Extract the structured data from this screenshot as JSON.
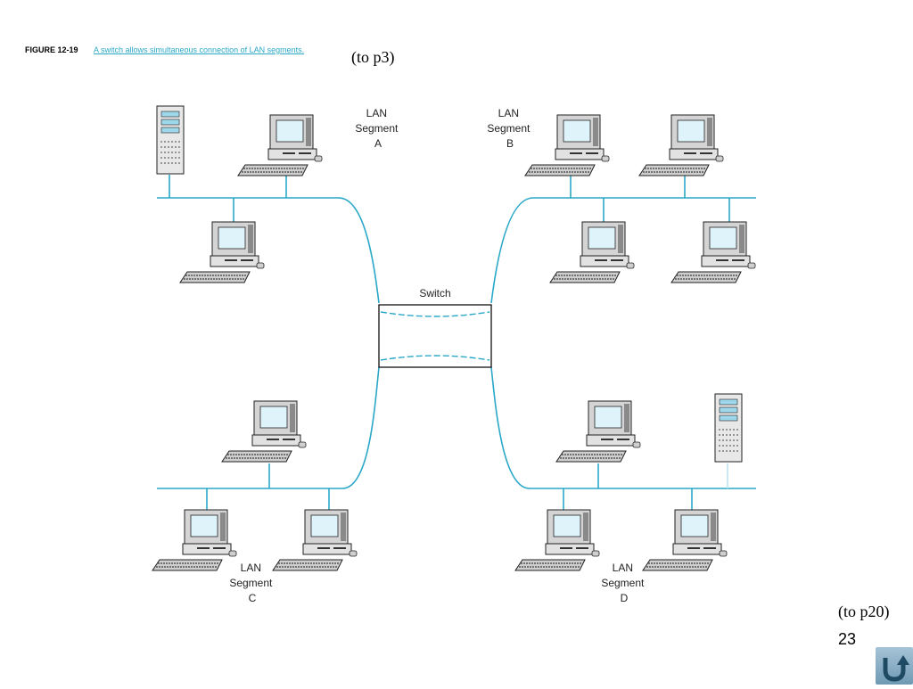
{
  "figure": {
    "label": "FIGURE 12-19",
    "caption": "A switch allows simultaneous connection of LAN segments."
  },
  "links": {
    "to_p3": "(to p3)",
    "to_p20": "(to p20)"
  },
  "page_number": "23",
  "diagram": {
    "switch_label": "Switch",
    "segments": [
      {
        "id": "A",
        "label_lines": [
          "LAN",
          "Segment",
          "A"
        ]
      },
      {
        "id": "B",
        "label_lines": [
          "LAN",
          "Segment",
          "B"
        ]
      },
      {
        "id": "C",
        "label_lines": [
          "LAN",
          "Segment",
          "C"
        ]
      },
      {
        "id": "D",
        "label_lines": [
          "LAN",
          "Segment",
          "D"
        ]
      }
    ]
  },
  "icons": {
    "return": "return-arrow-icon",
    "pc": "desktop-computer-icon",
    "server": "server-tower-icon"
  },
  "colors": {
    "link": "#2aa8c8",
    "cable": "#2aa8c8",
    "screen": "#dff3fb",
    "equipment": "#cfcfcf"
  }
}
